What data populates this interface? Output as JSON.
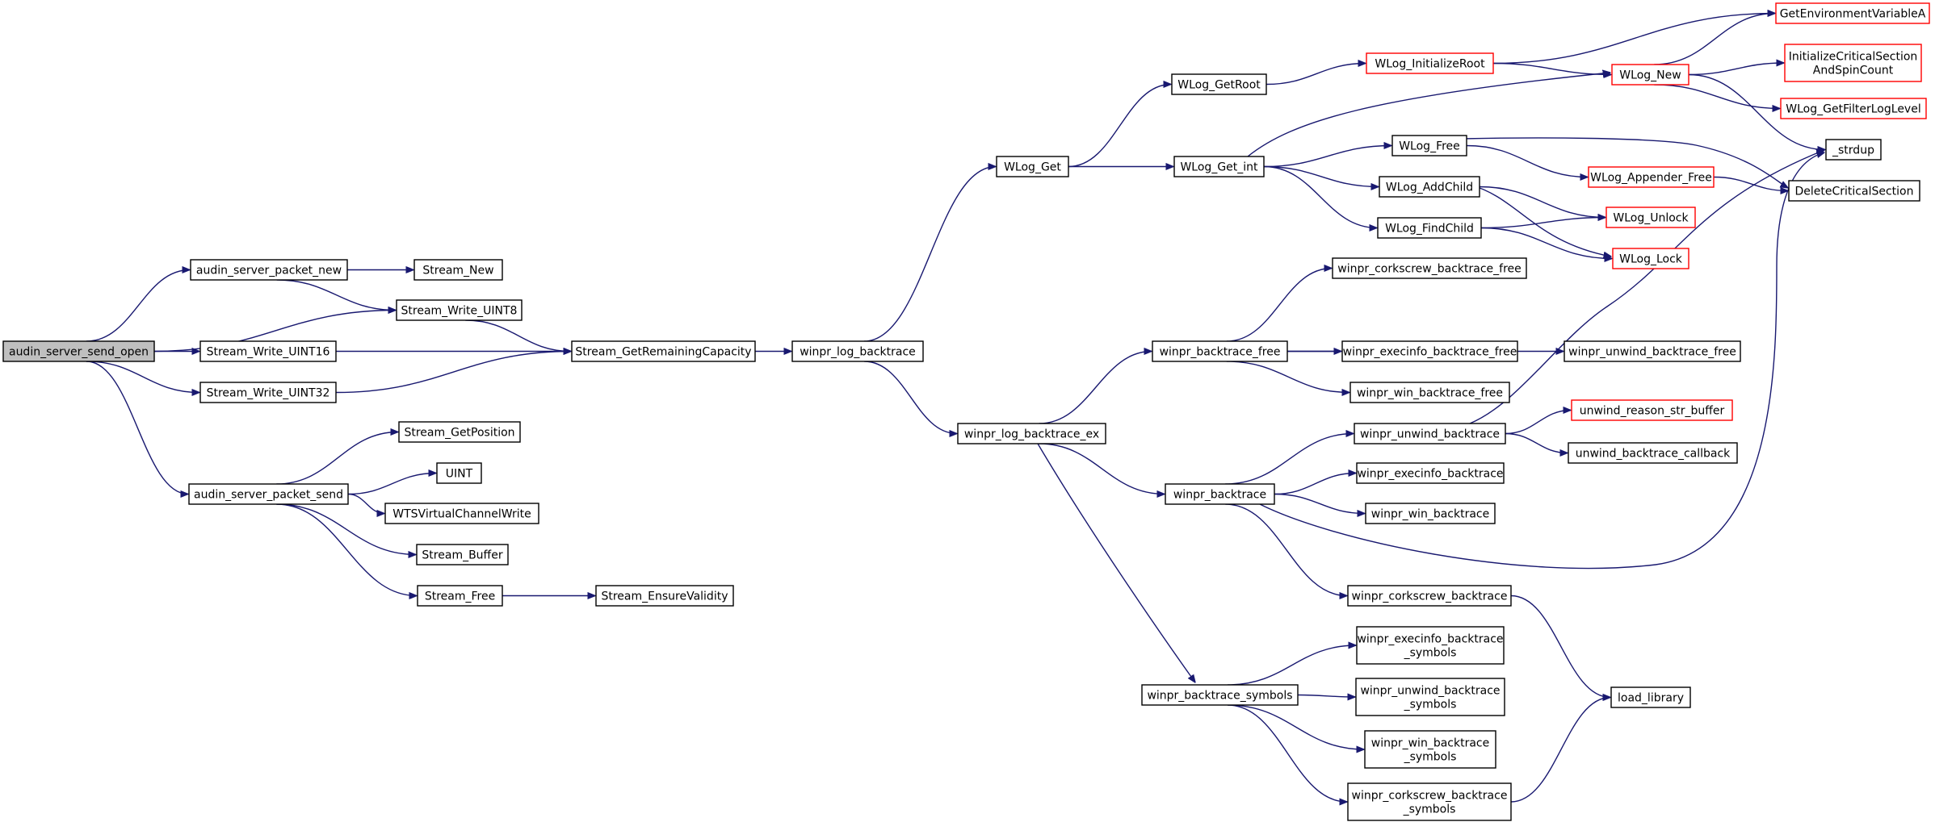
{
  "colors": {
    "edge": "#191970",
    "node_border": "#000000",
    "node_border_truncated": "#ff0000",
    "root_fill": "#bfbfbf",
    "node_fill": "#ffffff"
  },
  "nodes": [
    {
      "id": "root",
      "lines": [
        "audin_server_send_open"
      ],
      "kind": "root"
    },
    {
      "id": "packet_new",
      "lines": [
        "audin_server_packet_new"
      ],
      "kind": "normal"
    },
    {
      "id": "stream_new",
      "lines": [
        "Stream_New"
      ],
      "kind": "normal"
    },
    {
      "id": "write_uint8",
      "lines": [
        "Stream_Write_UINT8"
      ],
      "kind": "normal"
    },
    {
      "id": "write_uint16",
      "lines": [
        "Stream_Write_UINT16"
      ],
      "kind": "normal"
    },
    {
      "id": "write_uint32",
      "lines": [
        "Stream_Write_UINT32"
      ],
      "kind": "normal"
    },
    {
      "id": "remaining_capacity",
      "lines": [
        "Stream_GetRemainingCapacity"
      ],
      "kind": "normal"
    },
    {
      "id": "log_backtrace",
      "lines": [
        "winpr_log_backtrace"
      ],
      "kind": "normal"
    },
    {
      "id": "packet_send",
      "lines": [
        "audin_server_packet_send"
      ],
      "kind": "normal"
    },
    {
      "id": "get_position",
      "lines": [
        "Stream_GetPosition"
      ],
      "kind": "normal"
    },
    {
      "id": "uint",
      "lines": [
        "UINT"
      ],
      "kind": "normal"
    },
    {
      "id": "wts_write",
      "lines": [
        "WTSVirtualChannelWrite"
      ],
      "kind": "normal"
    },
    {
      "id": "stream_buffer",
      "lines": [
        "Stream_Buffer"
      ],
      "kind": "normal"
    },
    {
      "id": "stream_free",
      "lines": [
        "Stream_Free"
      ],
      "kind": "normal"
    },
    {
      "id": "ensure_validity",
      "lines": [
        "Stream_EnsureValidity"
      ],
      "kind": "normal"
    },
    {
      "id": "wlog_get",
      "lines": [
        "WLog_Get"
      ],
      "kind": "normal"
    },
    {
      "id": "wlog_getroot",
      "lines": [
        "WLog_GetRoot"
      ],
      "kind": "normal"
    },
    {
      "id": "wlog_initroot",
      "lines": [
        "WLog_InitializeRoot"
      ],
      "kind": "truncated"
    },
    {
      "id": "wlog_new",
      "lines": [
        "WLog_New"
      ],
      "kind": "truncated"
    },
    {
      "id": "get_env",
      "lines": [
        "GetEnvironmentVariableA"
      ],
      "kind": "truncated"
    },
    {
      "id": "init_cs",
      "lines": [
        "InitializeCriticalSection",
        "AndSpinCount"
      ],
      "kind": "truncated"
    },
    {
      "id": "filter_level",
      "lines": [
        "WLog_GetFilterLogLevel"
      ],
      "kind": "truncated"
    },
    {
      "id": "strdup",
      "lines": [
        "_strdup"
      ],
      "kind": "normal"
    },
    {
      "id": "wlog_get_int",
      "lines": [
        "WLog_Get_int"
      ],
      "kind": "normal"
    },
    {
      "id": "wlog_free",
      "lines": [
        "WLog_Free"
      ],
      "kind": "normal"
    },
    {
      "id": "appender_free",
      "lines": [
        "WLog_Appender_Free"
      ],
      "kind": "truncated"
    },
    {
      "id": "delete_cs",
      "lines": [
        "DeleteCriticalSection"
      ],
      "kind": "normal"
    },
    {
      "id": "add_child",
      "lines": [
        "WLog_AddChild"
      ],
      "kind": "normal"
    },
    {
      "id": "find_child",
      "lines": [
        "WLog_FindChild"
      ],
      "kind": "normal"
    },
    {
      "id": "wlog_unlock",
      "lines": [
        "WLog_Unlock"
      ],
      "kind": "truncated"
    },
    {
      "id": "wlog_lock",
      "lines": [
        "WLog_Lock"
      ],
      "kind": "truncated"
    },
    {
      "id": "log_backtrace_ex",
      "lines": [
        "winpr_log_backtrace_ex"
      ],
      "kind": "normal"
    },
    {
      "id": "corkscrew_bt_free",
      "lines": [
        "winpr_corkscrew_backtrace_free"
      ],
      "kind": "normal"
    },
    {
      "id": "backtrace_free",
      "lines": [
        "winpr_backtrace_free"
      ],
      "kind": "normal"
    },
    {
      "id": "execinfo_bt_free",
      "lines": [
        "winpr_execinfo_backtrace_free"
      ],
      "kind": "normal"
    },
    {
      "id": "unwind_bt_free",
      "lines": [
        "winpr_unwind_backtrace_free"
      ],
      "kind": "normal"
    },
    {
      "id": "win_bt_free",
      "lines": [
        "winpr_win_backtrace_free"
      ],
      "kind": "normal"
    },
    {
      "id": "unwind_bt",
      "lines": [
        "winpr_unwind_backtrace"
      ],
      "kind": "normal"
    },
    {
      "id": "unwind_reason",
      "lines": [
        "unwind_reason_str_buffer"
      ],
      "kind": "truncated"
    },
    {
      "id": "unwind_bt_cb",
      "lines": [
        "unwind_backtrace_callback"
      ],
      "kind": "normal"
    },
    {
      "id": "backtrace",
      "lines": [
        "winpr_backtrace"
      ],
      "kind": "normal"
    },
    {
      "id": "execinfo_bt",
      "lines": [
        "winpr_execinfo_backtrace"
      ],
      "kind": "normal"
    },
    {
      "id": "win_bt",
      "lines": [
        "winpr_win_backtrace"
      ],
      "kind": "normal"
    },
    {
      "id": "corkscrew_bt",
      "lines": [
        "winpr_corkscrew_backtrace"
      ],
      "kind": "normal"
    },
    {
      "id": "execinfo_bt_sym",
      "lines": [
        "winpr_execinfo_backtrace",
        "_symbols"
      ],
      "kind": "normal"
    },
    {
      "id": "bt_symbols",
      "lines": [
        "winpr_backtrace_symbols"
      ],
      "kind": "normal"
    },
    {
      "id": "unwind_bt_sym",
      "lines": [
        "winpr_unwind_backtrace",
        "_symbols"
      ],
      "kind": "normal"
    },
    {
      "id": "load_library",
      "lines": [
        "load_library"
      ],
      "kind": "normal"
    },
    {
      "id": "win_bt_sym",
      "lines": [
        "winpr_win_backtrace",
        "_symbols"
      ],
      "kind": "normal"
    },
    {
      "id": "corkscrew_bt_sym",
      "lines": [
        "winpr_corkscrew_backtrace",
        "_symbols"
      ],
      "kind": "normal"
    }
  ],
  "edges": [
    [
      "root",
      "packet_new"
    ],
    [
      "root",
      "write_uint8"
    ],
    [
      "root",
      "write_uint16"
    ],
    [
      "root",
      "write_uint32"
    ],
    [
      "root",
      "packet_send"
    ],
    [
      "packet_new",
      "stream_new"
    ],
    [
      "packet_new",
      "write_uint8"
    ],
    [
      "write_uint8",
      "remaining_capacity"
    ],
    [
      "write_uint16",
      "remaining_capacity"
    ],
    [
      "write_uint32",
      "remaining_capacity"
    ],
    [
      "remaining_capacity",
      "log_backtrace"
    ],
    [
      "packet_send",
      "get_position"
    ],
    [
      "packet_send",
      "uint"
    ],
    [
      "packet_send",
      "wts_write"
    ],
    [
      "packet_send",
      "stream_buffer"
    ],
    [
      "packet_send",
      "stream_free"
    ],
    [
      "stream_free",
      "ensure_validity"
    ],
    [
      "log_backtrace",
      "wlog_get"
    ],
    [
      "log_backtrace",
      "log_backtrace_ex"
    ],
    [
      "wlog_get",
      "wlog_getroot"
    ],
    [
      "wlog_get",
      "wlog_get_int"
    ],
    [
      "wlog_getroot",
      "wlog_initroot"
    ],
    [
      "wlog_initroot",
      "get_env"
    ],
    [
      "wlog_initroot",
      "wlog_new"
    ],
    [
      "wlog_new",
      "get_env"
    ],
    [
      "wlog_new",
      "init_cs"
    ],
    [
      "wlog_new",
      "filter_level"
    ],
    [
      "wlog_new",
      "strdup"
    ],
    [
      "wlog_get_int",
      "wlog_new"
    ],
    [
      "wlog_get_int",
      "wlog_free"
    ],
    [
      "wlog_get_int",
      "add_child"
    ],
    [
      "wlog_get_int",
      "find_child"
    ],
    [
      "wlog_free",
      "appender_free"
    ],
    [
      "wlog_free",
      "delete_cs"
    ],
    [
      "appender_free",
      "delete_cs"
    ],
    [
      "add_child",
      "wlog_unlock"
    ],
    [
      "add_child",
      "wlog_lock"
    ],
    [
      "find_child",
      "wlog_unlock"
    ],
    [
      "find_child",
      "wlog_lock"
    ],
    [
      "log_backtrace_ex",
      "backtrace_free"
    ],
    [
      "log_backtrace_ex",
      "backtrace"
    ],
    [
      "log_backtrace_ex",
      "bt_symbols"
    ],
    [
      "backtrace_free",
      "corkscrew_bt_free"
    ],
    [
      "backtrace_free",
      "execinfo_bt_free"
    ],
    [
      "backtrace_free",
      "unwind_bt_free"
    ],
    [
      "backtrace_free",
      "win_bt_free"
    ],
    [
      "unwind_bt",
      "unwind_reason"
    ],
    [
      "unwind_bt",
      "unwind_bt_cb"
    ],
    [
      "unwind_bt",
      "strdup"
    ],
    [
      "backtrace",
      "unwind_bt"
    ],
    [
      "backtrace",
      "execinfo_bt"
    ],
    [
      "backtrace",
      "win_bt"
    ],
    [
      "backtrace",
      "corkscrew_bt"
    ],
    [
      "backtrace",
      "strdup"
    ],
    [
      "corkscrew_bt",
      "load_library"
    ],
    [
      "bt_symbols",
      "execinfo_bt_sym"
    ],
    [
      "bt_symbols",
      "unwind_bt_sym"
    ],
    [
      "bt_symbols",
      "win_bt_sym"
    ],
    [
      "bt_symbols",
      "corkscrew_bt_sym"
    ],
    [
      "corkscrew_bt_sym",
      "load_library"
    ]
  ]
}
